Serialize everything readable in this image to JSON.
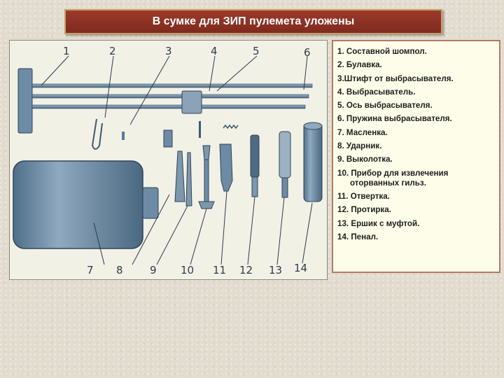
{
  "title": "В сумке для ЗИП пулемета уложены",
  "figure": {
    "callout_numbers": [
      "1",
      "2",
      "3",
      "4",
      "5",
      "6",
      "7",
      "8",
      "9",
      "10",
      "11",
      "12",
      "13",
      "14"
    ]
  },
  "legend": {
    "items": [
      {
        "line1": "1. Составной шомпол."
      },
      {
        "line1": "2. Булавка."
      },
      {
        "line1": "3.Штифт от выбрасывателя."
      },
      {
        "line1": "4. Выбрасыватель."
      },
      {
        "line1": "5. Ось выбрасывателя."
      },
      {
        "line1": "6. Пружина выбрасывателя."
      },
      {
        "line1": "7. Масленка."
      },
      {
        "line1": "8. Ударник."
      },
      {
        "line1": "9. Выколотка."
      },
      {
        "line1": "10. Прибор для извлечения",
        "line2": "оторванных гильз."
      },
      {
        "line1": "11. Отвертка."
      },
      {
        "line1": "12. Протирка."
      },
      {
        "line1": "13. Ершик с муфтой."
      },
      {
        "line1": "14. Пенал."
      }
    ]
  },
  "colors": {
    "title_bg": "#8f3323",
    "title_border": "#c9a06a",
    "legend_border": "#b37b66",
    "legend_bg": "#fdfde9",
    "metal": "#6f8ea8",
    "metal_dark": "#3f5a72"
  }
}
